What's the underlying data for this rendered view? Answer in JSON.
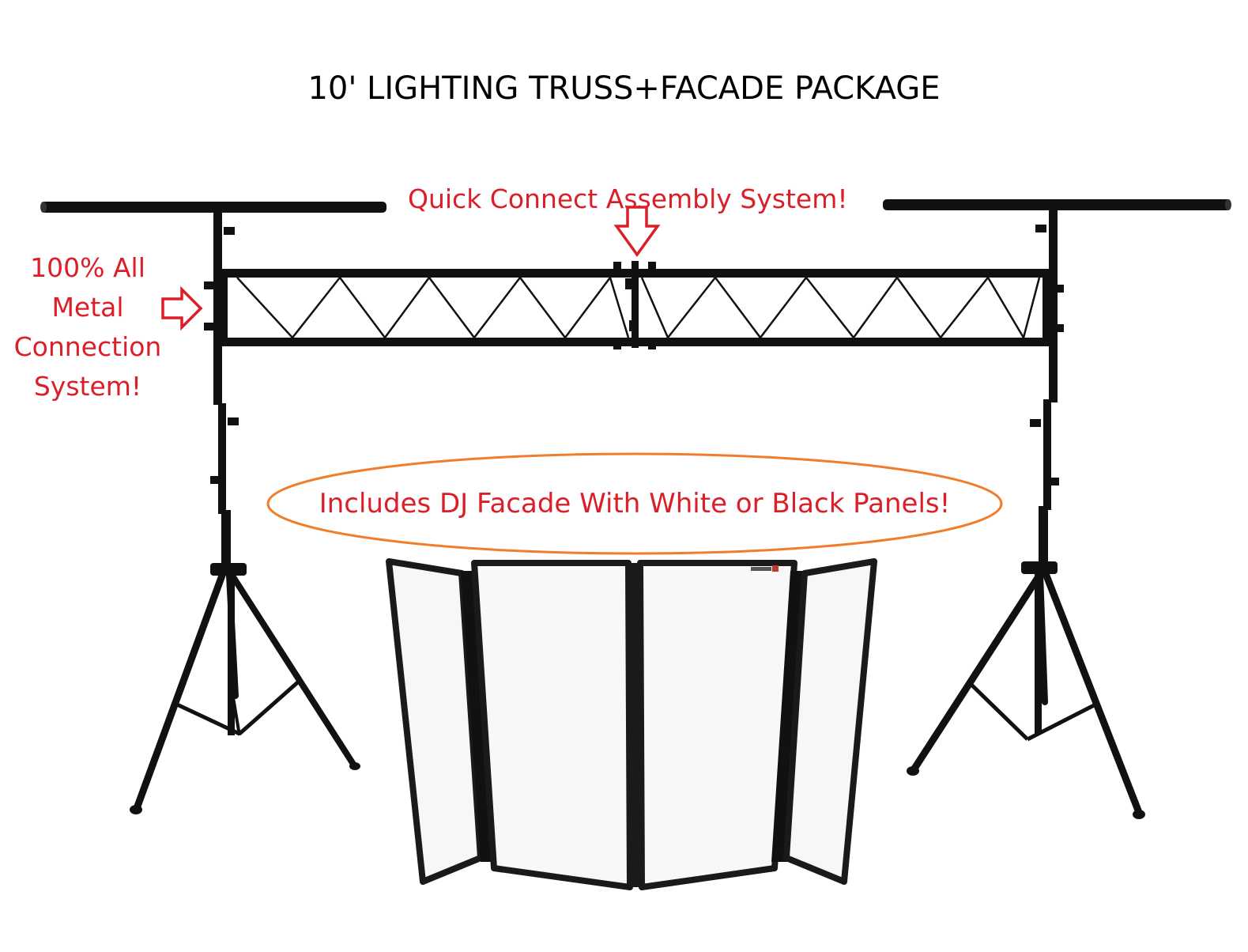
{
  "title": "10' LIGHTING TRUSS+FACADE PACKAGE",
  "callouts": {
    "quick_connect": "Quick Connect Assembly System!",
    "metal_connection": [
      "100% All",
      "Metal",
      "Connection",
      "System!"
    ],
    "facade": "Includes DJ Facade With White or Black Panels!"
  },
  "colors": {
    "callout_text": "#dc1e28",
    "ellipse_outline": "#f07d2a",
    "metal": "#111111"
  },
  "icons": [
    "arrow-down-icon",
    "arrow-right-icon"
  ]
}
